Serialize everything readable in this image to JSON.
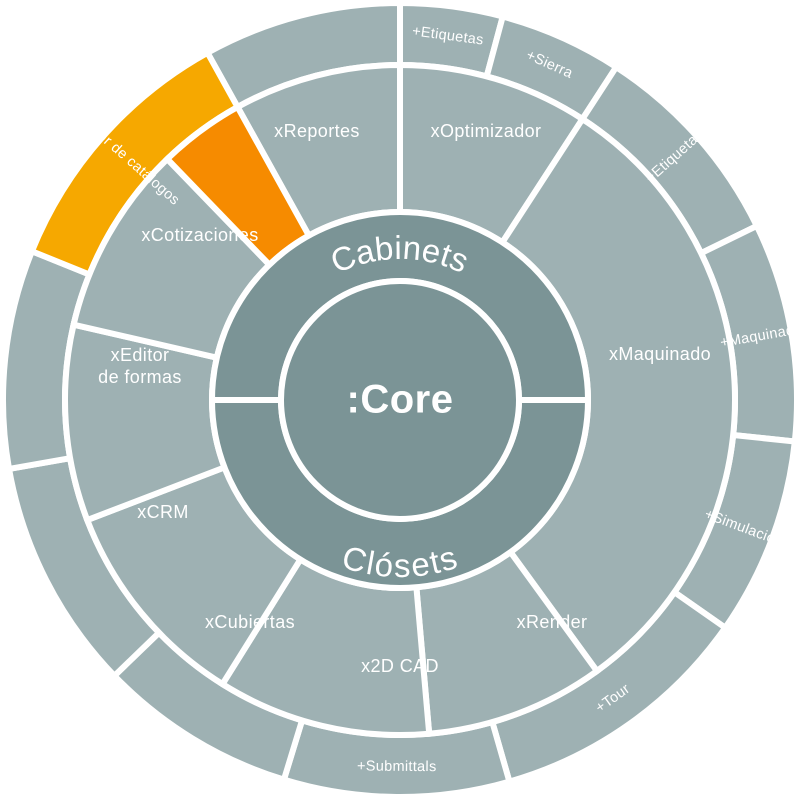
{
  "core": {
    "label": ":Core"
  },
  "bands": [
    {
      "id": "cabinets",
      "label": "Cabinets"
    },
    {
      "id": "closets",
      "label": "Clósets"
    }
  ],
  "modules": [
    {
      "id": "reportes",
      "label": "xReportes"
    },
    {
      "id": "optimizador",
      "label": "xOptimizador"
    },
    {
      "id": "maquinado",
      "label": "xMaquinado"
    },
    {
      "id": "render",
      "label": "xRender"
    },
    {
      "id": "2dcad",
      "label": "x2D CAD"
    },
    {
      "id": "cubiertas",
      "label": "xCubiertas"
    },
    {
      "id": "crm",
      "label": "xCRM"
    },
    {
      "id": "editor-formas",
      "label": "xEditor\nde formas"
    },
    {
      "id": "cotizaciones",
      "label": "xCotizaciones",
      "highlight": true
    }
  ],
  "addons": [
    {
      "id": "reportes-addon",
      "label": ""
    },
    {
      "id": "optimizador-etiquetas",
      "label": "+Etiquetas"
    },
    {
      "id": "optimizador-sierra",
      "label": "+Sierra"
    },
    {
      "id": "maquinado-etiquetas",
      "label": "+Etiquetas"
    },
    {
      "id": "maquinado-maquinado",
      "label": "+Maquinado"
    },
    {
      "id": "maquinado-simulacion",
      "label": "+Simulación"
    },
    {
      "id": "render-tour",
      "label": "+Tour"
    },
    {
      "id": "2dcad-submittals",
      "label": "+Submittals"
    },
    {
      "id": "cubiertas-addon",
      "label": ""
    },
    {
      "id": "crm-addon",
      "label": ""
    },
    {
      "id": "editor-formas-addon",
      "label": ""
    },
    {
      "id": "cotizaciones-editor-catalogos",
      "label": "+Editor de catálogos",
      "highlight": true
    }
  ],
  "colors": {
    "segment": "#9eb1b3",
    "band": "#7b9496",
    "highlight_module": "#f68b00",
    "highlight_addon": "#f6a800",
    "separator": "#ffffff",
    "text": "#ffffff"
  }
}
